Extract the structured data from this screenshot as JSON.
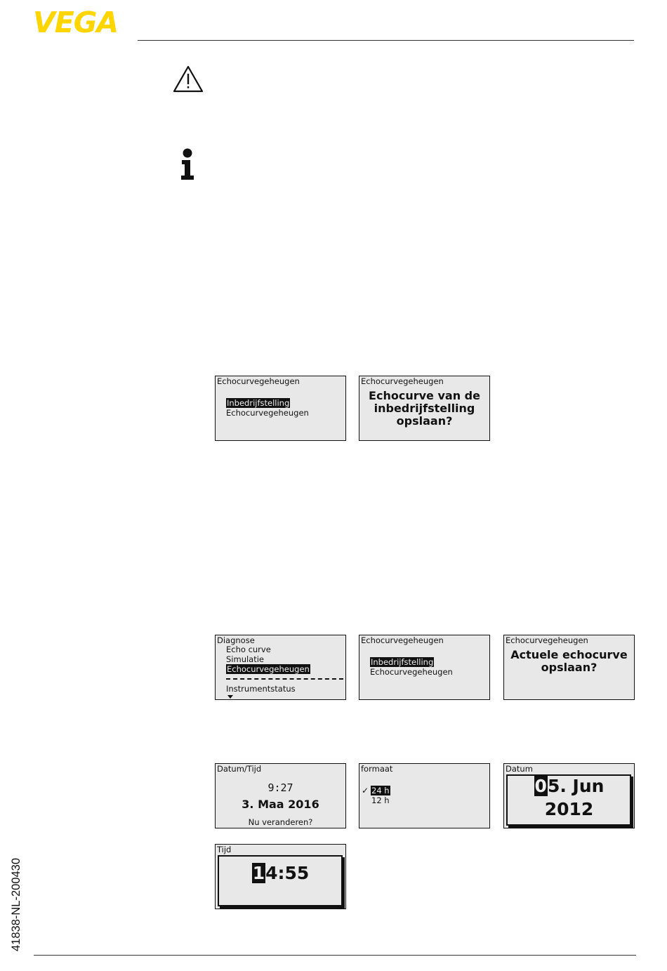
{
  "brand": {
    "logo_text": "VEGA",
    "logo_color": "#ffd500"
  },
  "icons": {
    "warning": "warning-triangle-icon",
    "info": "info-icon"
  },
  "doc_id": "41838-NL-200430",
  "screens": {
    "s1": {
      "header": "Echocurvegeheugen",
      "items": [
        "Inbedrijfstelling",
        "Echocurvegeheugen"
      ]
    },
    "s2": {
      "header": "Echocurvegeheugen",
      "lines": [
        "Echocurve van de",
        "inbedrijfstelling",
        "opslaan?"
      ]
    },
    "s3": {
      "header": "Diagnose",
      "items": [
        "Echo curve",
        "Simulatie",
        "Echocurvegeheugen",
        "Instrumentstatus"
      ]
    },
    "s4": {
      "header": "Echocurvegeheugen",
      "items": [
        "Inbedrijfstelling",
        "Echocurvegeheugen"
      ]
    },
    "s5": {
      "header": "Echocurvegeheugen",
      "lines": [
        "Actuele echocurve",
        "opslaan?"
      ]
    },
    "s6": {
      "header": "Datum/Tijd",
      "time": "9:27",
      "date": "3. Maa 2016",
      "prompt": "Nu veranderen?"
    },
    "s7": {
      "header": "formaat",
      "check": "✓",
      "options": [
        "24 h",
        "12 h"
      ]
    },
    "s8": {
      "header": "Datum",
      "cursor_digit": "0",
      "date_rest": "5. Jun",
      "year": "2012"
    },
    "s9": {
      "header": "Tijd",
      "cursor_digit": "1",
      "time_rest": "4:55"
    }
  }
}
